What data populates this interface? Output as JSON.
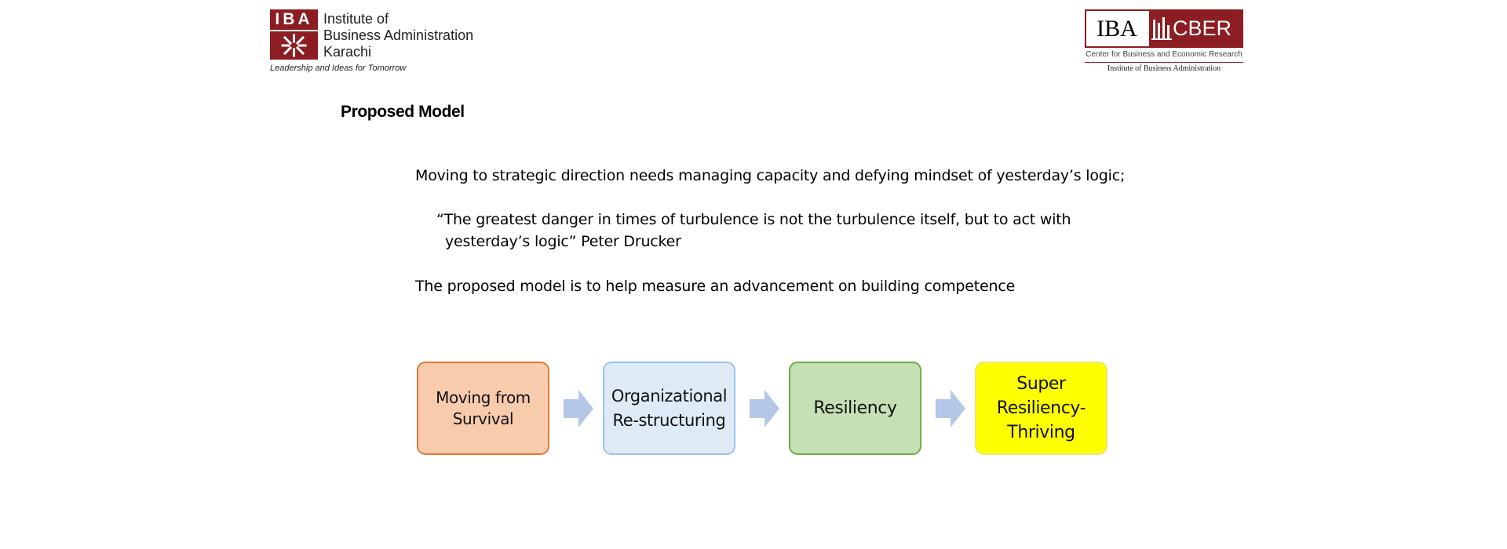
{
  "header": {
    "iba": {
      "mark": "IBA",
      "name_lines": [
        "Institute of",
        "Business Administration",
        "Karachi"
      ],
      "tagline": "Leadership and Ideas for Tomorrow"
    },
    "cber": {
      "iba": "IBA",
      "name": "CBER",
      "caption": "Center for Business and Economic Research",
      "caption2": "Institute of Business Administration"
    }
  },
  "heading": "Proposed Model",
  "paragraphs": {
    "intro": "Moving to strategic direction needs managing capacity and defying mindset of yesterday’s logic;",
    "quote_line1": "“The greatest danger in times of turbulence is not the turbulence itself, but to act with",
    "quote_line2": "yesterday’s logic” Peter Drucker",
    "proposal": "The proposed model is to help measure an advancement on building competence"
  },
  "flow": {
    "steps": [
      {
        "lines": [
          "Moving from",
          "Survival"
        ]
      },
      {
        "lines": [
          "Organizational",
          "Re-structuring"
        ]
      },
      {
        "lines": [
          "Resiliency"
        ]
      },
      {
        "lines": [
          "Super",
          "Resiliency-",
          "Thriving"
        ]
      }
    ]
  },
  "colors": {
    "brand_red": "#8c1d22",
    "step1_fill": "#f8cbad",
    "step2_fill": "#deebf7",
    "step3_fill": "#c5e0b4",
    "step4_fill": "#ffff00",
    "arrow_fill": "#b4c7e7"
  }
}
